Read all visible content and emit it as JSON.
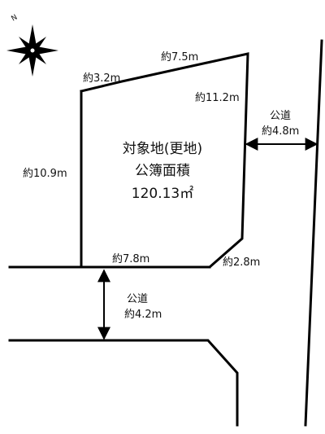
{
  "compass": {
    "icon": "compass-rose-icon",
    "north_label": "N"
  },
  "lot": {
    "name": "対象地(更地)",
    "area_label": "公簿面積",
    "area_value": "120.13㎡"
  },
  "dimensions": {
    "top_left": "約3.2m",
    "top": "約7.5m",
    "right": "約11.2m",
    "left": "約10.9m",
    "bottom": "約7.8m",
    "corner": "約2.8m"
  },
  "roads": {
    "east": {
      "label": "公道",
      "width": "約4.8m"
    },
    "south": {
      "label": "公道",
      "width": "約4.2m"
    }
  }
}
